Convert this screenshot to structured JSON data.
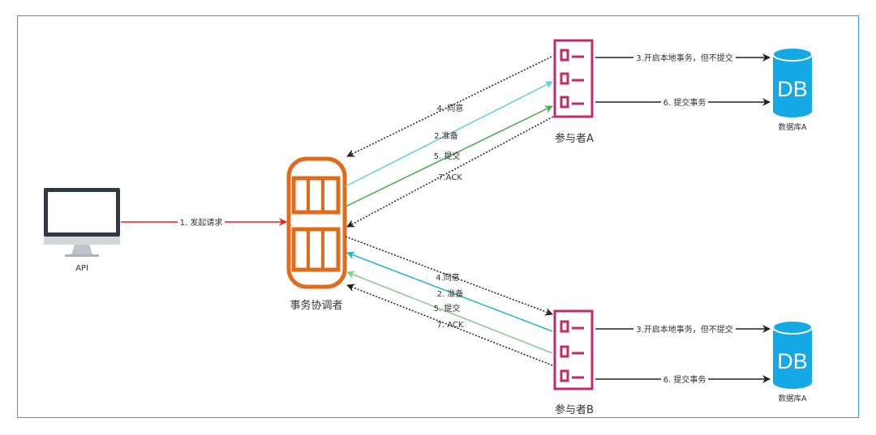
{
  "nodes": {
    "api": {
      "label": "API"
    },
    "coordinator": {
      "label": "事务协调者"
    },
    "participant_a": {
      "label": "参与者A"
    },
    "participant_b": {
      "label": "参与者B"
    },
    "db_a_top": {
      "icon_text": "DB",
      "label": "数据库A"
    },
    "db_a_bottom": {
      "icon_text": "DB",
      "label": "数据库A"
    }
  },
  "edges": {
    "request": "1. 发起请求",
    "a_agree": "4. 同意",
    "a_prepare": "2.准备",
    "a_commit": "5. 提交",
    "a_ack": "7.ACK",
    "a_start_local": "3.开启本地事务，但不提交",
    "a_commit_tx": "6. 提交事务",
    "b_agree": "4.同意",
    "b_prepare": "2. 准备",
    "b_commit": "5. 提交",
    "b_ack": "7. ACK",
    "b_start_local": "3.开启本地事务，但不提交",
    "b_commit_tx": "6. 提交事务"
  },
  "colors": {
    "frame": "#3f9bdc",
    "request_arrow": "#e8201a",
    "coordinator": "#e06c1b",
    "participant": "#c4286d",
    "database": "#15a8e6",
    "prepare_a": "#5ccfe0",
    "commit_a": "#4aad4a",
    "prepare_b": "#20b5d2",
    "commit_b": "#85cc85",
    "dotted": "#222222"
  }
}
